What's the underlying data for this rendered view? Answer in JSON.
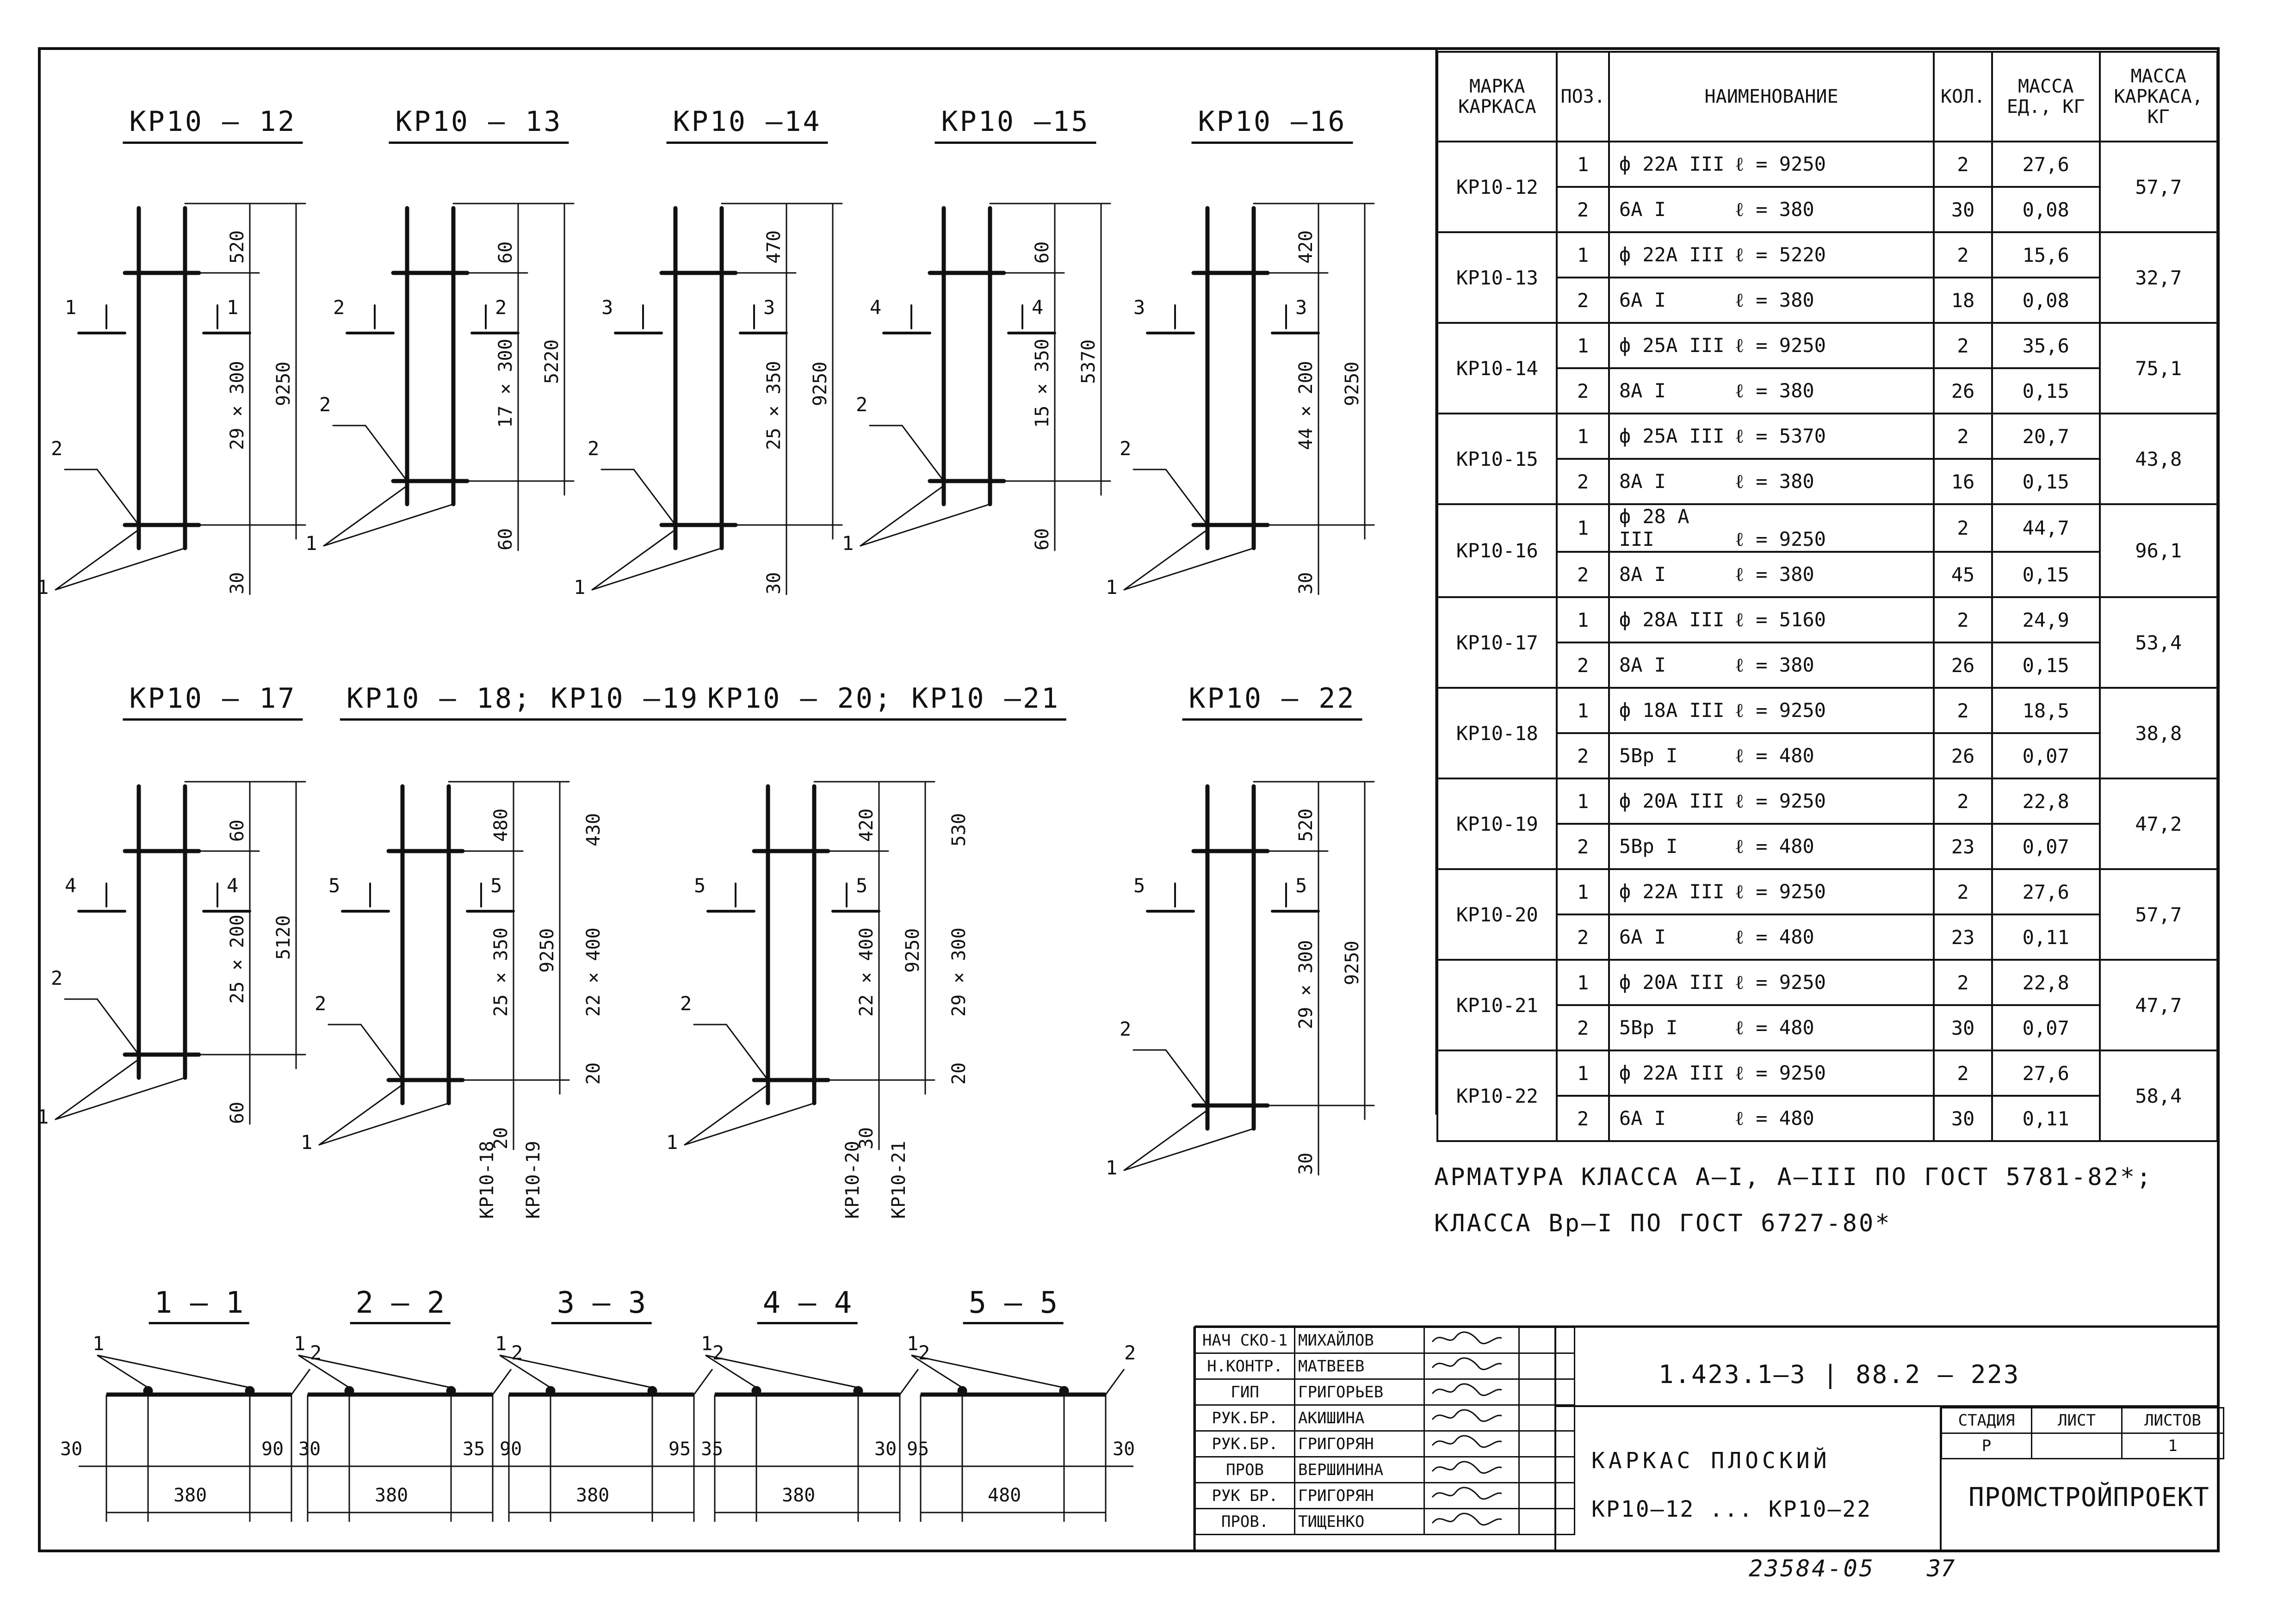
{
  "frames": [
    {
      "title": "КР10 – 12",
      "h_top": "520",
      "h_mid": "29 × 300",
      "h_bot": "30",
      "h_total": "9250",
      "pos1": "1",
      "pos2": "2",
      "sec": "1"
    },
    {
      "title": "КР10 – 13",
      "h_top": "60",
      "h_mid": "17 × 300",
      "h_bot": "60",
      "h_total": "5220",
      "pos1": "1",
      "pos2": "2",
      "sec": "2"
    },
    {
      "title": "КР10 –14",
      "h_top": "470",
      "h_mid": "25 × 350",
      "h_bot": "30",
      "h_total": "9250",
      "pos1": "1",
      "pos2": "2",
      "sec": "3"
    },
    {
      "title": "КР10 –15",
      "h_top": "60",
      "h_mid": "15 × 350",
      "h_bot": "60",
      "h_total": "5370",
      "pos1": "1",
      "pos2": "2",
      "sec": "4"
    },
    {
      "title": "КР10 –16",
      "h_top": "420",
      "h_mid": "44 × 200",
      "h_bot": "30",
      "h_total": "9250",
      "pos1": "1",
      "pos2": "2",
      "sec": "3"
    },
    {
      "title": "КР10 – 17",
      "h_top": "60",
      "h_mid": "25 × 200",
      "h_bot": "60",
      "h_total": "5120",
      "pos1": "1",
      "pos2": "2",
      "sec": "4"
    },
    {
      "title": "КР10 – 18; КР10 –19",
      "h_top": "480",
      "h_top2": "430",
      "h_mid": "25 × 350",
      "h_mid2": "22 × 400",
      "h_bot": "20",
      "h_bot2": "20",
      "h_total": "9250",
      "sub1": "КР10-18",
      "sub2": "КР10-19",
      "pos1": "1",
      "pos2": "2",
      "sec": "5"
    },
    {
      "title": "КР10 – 20; КР10 –21",
      "h_top": "420",
      "h_top2": "530",
      "h_mid": "22 × 400",
      "h_mid2": "29 × 300",
      "h_bot": "30",
      "h_bot2": "20",
      "h_total": "9250",
      "sub1": "КР10-20",
      "sub2": "КР10-21",
      "pos1": "1",
      "pos2": "2",
      "sec": "5"
    },
    {
      "title": "КР10 – 22",
      "h_top": "520",
      "h_mid": "29 × 300",
      "h_bot": "30",
      "h_total": "9250",
      "pos1": "1",
      "pos2": "2",
      "sec": "5"
    }
  ],
  "sections": [
    {
      "title": "1 – 1",
      "left": "30",
      "right": "30",
      "width": "380",
      "p1": "1",
      "p2": "2"
    },
    {
      "title": "2 – 2",
      "left": "90",
      "right": "90",
      "width": "380",
      "p1": "1",
      "p2": "2"
    },
    {
      "title": "3 – 3",
      "left": "35",
      "right": "35",
      "width": "380",
      "p1": "1",
      "p2": "2"
    },
    {
      "title": "4 – 4",
      "left": "95",
      "right": "95",
      "width": "380",
      "p1": "1",
      "p2": "2"
    },
    {
      "title": "5 – 5",
      "left": "30",
      "right": "30",
      "width": "480",
      "p1": "1",
      "p2": "2"
    }
  ],
  "table": {
    "headers": {
      "mark": "МАРКА КАРКАСА",
      "pos": "ПОЗ.",
      "name": "НАИМЕНОВАНИЕ",
      "qty": "КОЛ.",
      "unit_mass": "МАССА ЕД., КГ",
      "frame_mass": "МАССА КАРКАСА, КГ"
    },
    "rows": [
      {
        "mark": "КР10-12",
        "frame_mass": "57,7",
        "items": [
          {
            "pos": "1",
            "bar": "ф 22А III",
            "len": "ℓ = 9250",
            "qty": "2",
            "mass": "27,6"
          },
          {
            "pos": "2",
            "bar": "6А I",
            "len": "ℓ = 380",
            "qty": "30",
            "mass": "0,08"
          }
        ]
      },
      {
        "mark": "КР10-13",
        "frame_mass": "32,7",
        "items": [
          {
            "pos": "1",
            "bar": "ф 22А III",
            "len": "ℓ = 5220",
            "qty": "2",
            "mass": "15,6"
          },
          {
            "pos": "2",
            "bar": "6А I",
            "len": "ℓ = 380",
            "qty": "18",
            "mass": "0,08"
          }
        ]
      },
      {
        "mark": "КР10-14",
        "frame_mass": "75,1",
        "items": [
          {
            "pos": "1",
            "bar": "ф 25А III",
            "len": "ℓ = 9250",
            "qty": "2",
            "mass": "35,6"
          },
          {
            "pos": "2",
            "bar": "8А I",
            "len": "ℓ = 380",
            "qty": "26",
            "mass": "0,15"
          }
        ]
      },
      {
        "mark": "КР10-15",
        "frame_mass": "43,8",
        "items": [
          {
            "pos": "1",
            "bar": "ф 25А III",
            "len": "ℓ = 5370",
            "qty": "2",
            "mass": "20,7"
          },
          {
            "pos": "2",
            "bar": "8А I",
            "len": "ℓ = 380",
            "qty": "16",
            "mass": "0,15"
          }
        ]
      },
      {
        "mark": "КР10-16",
        "frame_mass": "96,1",
        "items": [
          {
            "pos": "1",
            "bar": "ф 28 А III",
            "len": "ℓ = 9250",
            "qty": "2",
            "mass": "44,7"
          },
          {
            "pos": "2",
            "bar": "8А I",
            "len": "ℓ = 380",
            "qty": "45",
            "mass": "0,15"
          }
        ]
      },
      {
        "mark": "КР10-17",
        "frame_mass": "53,4",
        "items": [
          {
            "pos": "1",
            "bar": "ф 28А III",
            "len": "ℓ = 5160",
            "qty": "2",
            "mass": "24,9"
          },
          {
            "pos": "2",
            "bar": "8А I",
            "len": "ℓ = 380",
            "qty": "26",
            "mass": "0,15"
          }
        ]
      },
      {
        "mark": "КР10-18",
        "frame_mass": "38,8",
        "items": [
          {
            "pos": "1",
            "bar": "ф 18А III",
            "len": "ℓ = 9250",
            "qty": "2",
            "mass": "18,5"
          },
          {
            "pos": "2",
            "bar": "5Вр I",
            "len": "ℓ = 480",
            "qty": "26",
            "mass": "0,07"
          }
        ]
      },
      {
        "mark": "КР10-19",
        "frame_mass": "47,2",
        "items": [
          {
            "pos": "1",
            "bar": "ф 20А III",
            "len": "ℓ = 9250",
            "qty": "2",
            "mass": "22,8"
          },
          {
            "pos": "2",
            "bar": "5Вр I",
            "len": "ℓ = 480",
            "qty": "23",
            "mass": "0,07"
          }
        ]
      },
      {
        "mark": "КР10-20",
        "frame_mass": "57,7",
        "items": [
          {
            "pos": "1",
            "bar": "ф 22А III",
            "len": "ℓ = 9250",
            "qty": "2",
            "mass": "27,6"
          },
          {
            "pos": "2",
            "bar": "6А I",
            "len": "ℓ = 480",
            "qty": "23",
            "mass": "0,11"
          }
        ]
      },
      {
        "mark": "КР10-21",
        "frame_mass": "47,7",
        "items": [
          {
            "pos": "1",
            "bar": "ф 20А III",
            "len": "ℓ = 9250",
            "qty": "2",
            "mass": "22,8"
          },
          {
            "pos": "2",
            "bar": "5Вр I",
            "len": "ℓ = 480",
            "qty": "30",
            "mass": "0,07"
          }
        ]
      },
      {
        "mark": "КР10-22",
        "frame_mass": "58,4",
        "items": [
          {
            "pos": "1",
            "bar": "ф 22А III",
            "len": "ℓ = 9250",
            "qty": "2",
            "mass": "27,6"
          },
          {
            "pos": "2",
            "bar": "6А I",
            "len": "ℓ = 480",
            "qty": "30",
            "mass": "0,11"
          }
        ]
      }
    ]
  },
  "notes": {
    "line1": "АРМАТУРА КЛАССА А–I, А–III ПО ГОСТ 5781-82*;",
    "line2": "КЛАССА Вр–I ПО ГОСТ 6727-80*"
  },
  "title_block": {
    "signatures": [
      {
        "role": "НАЧ СКО-1",
        "name": "МИХАЙЛОВ"
      },
      {
        "role": "Н.КОНТР.",
        "name": "МАТВЕЕВ"
      },
      {
        "role": "ГИП",
        "name": "ГРИГОРЬЕВ"
      },
      {
        "role": "РУК.БР.",
        "name": "АКИШИНА"
      },
      {
        "role": "РУК.БР.",
        "name": "ГРИГОРЯН"
      },
      {
        "role": "ПРОВ",
        "name": "ВЕРШИНИНА"
      },
      {
        "role": "РУК БР.",
        "name": "ГРИГОРЯН"
      },
      {
        "role": "ПРОВ.",
        "name": "ТИЩЕНКО"
      }
    ],
    "code": "1.423.1–3 | 88.2 – 223",
    "name_line1": "КАРКАС  ПЛОСКИЙ",
    "name_line2": "КР10–12 ... КР10–22",
    "stage_h": "СТАДИЯ",
    "sheet_h": "ЛИСТ",
    "sheets_h": "ЛИСТОВ",
    "stage": "Р",
    "sheet": "",
    "sheets": "1",
    "org": "ПРОМСТРОЙПРОЕКТ",
    "archive": "23584-05",
    "page": "37"
  }
}
